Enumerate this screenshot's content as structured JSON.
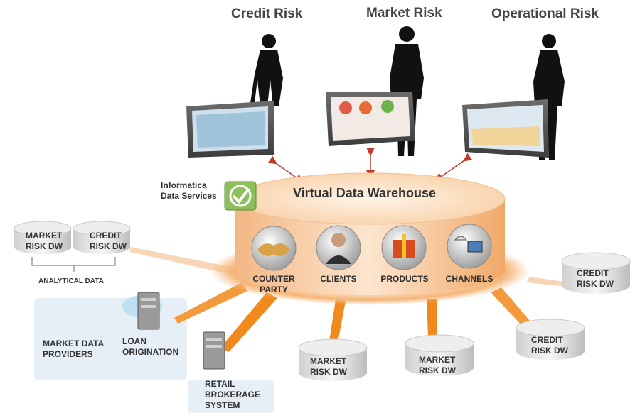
{
  "roles": [
    {
      "title": "Credit Risk"
    },
    {
      "title": "Market Risk"
    },
    {
      "title": "Operational Risk"
    }
  ],
  "service_box": {
    "line1": "Informatica",
    "line2": "Data Services"
  },
  "warehouse": {
    "title": "Virtual Data Warehouse"
  },
  "entities": [
    {
      "line1": "COUNTER",
      "line2": "PARTY",
      "icon": "handshake-icon"
    },
    {
      "line1": "CLIENTS",
      "line2": "",
      "icon": "person-icon"
    },
    {
      "line1": "PRODUCTS",
      "line2": "",
      "icon": "gift-box-icon"
    },
    {
      "line1": "CHANNELS",
      "line2": "",
      "icon": "satellite-monitor-icon"
    }
  ],
  "analytical": {
    "group_label": "ANALYTICAL DATA",
    "db1": {
      "line1": "MARKET",
      "line2": "RISK DW"
    },
    "db2": {
      "line1": "CREDIT",
      "line2": "RISK DW"
    }
  },
  "sources": {
    "market_data": {
      "line1": "MARKET DATA",
      "line2": "PROVIDERS"
    },
    "loan": {
      "line1": "LOAN",
      "line2": "ORIGINATION"
    },
    "retail": {
      "line1": "RETAIL",
      "line2": "BROKERAGE",
      "line3": "SYSTEM"
    }
  },
  "spoke_dbs": [
    {
      "line1": "MARKET",
      "line2": "RISK DW"
    },
    {
      "line1": "MARKET",
      "line2": "RISK DW"
    },
    {
      "line1": "CREDIT",
      "line2": "RISK DW"
    },
    {
      "line1": "CREDIT",
      "line2": "RISK DW"
    }
  ],
  "colors": {
    "orange": "#f08a1c",
    "peach": "#f6c89a",
    "panel_blue": "#e6eef6",
    "arrow_red": "#c0392b"
  }
}
